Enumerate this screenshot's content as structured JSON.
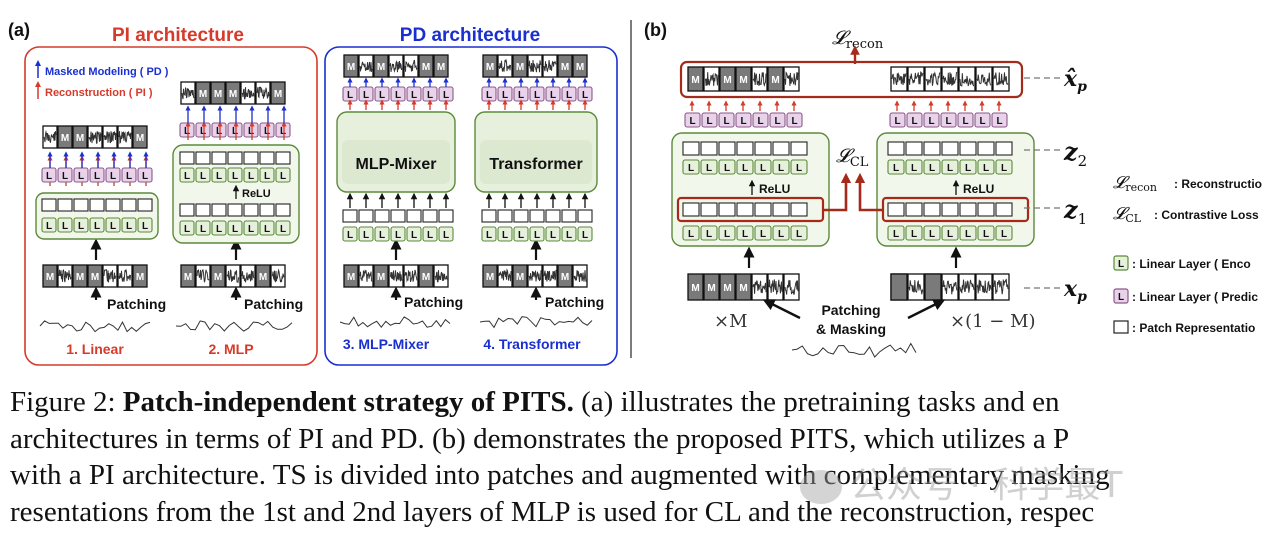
{
  "panel_a": {
    "tag": "(a)",
    "pi_title": "PI architecture",
    "pd_title": "PD architecture",
    "legend_masked": "Masked Modeling ( PD )",
    "legend_recon": "Reconstruction ( PI )",
    "relu": "ReLU",
    "patching": "Patching",
    "mlp_mixer": "MLP-Mixer",
    "transformer": "Transformer",
    "label_linear": "1. Linear",
    "label_mlp": "2. MLP",
    "label_mixer": "3. MLP-Mixer",
    "label_transformer": "4. Transformer",
    "token_m": "M",
    "token_l": "L"
  },
  "panel_b": {
    "tag": "(b)",
    "l_recon": "𝓛",
    "l_recon_sub": "recon",
    "l_cl": "𝓛",
    "l_cl_sub": "CL",
    "xhat": "x̂",
    "xhat_sub": "p",
    "z2": "z",
    "z2_sub": "2",
    "z1": "z",
    "z1_sub": "1",
    "xp": "x",
    "xp_sub": "p",
    "relu": "ReLU",
    "times_m": "×M",
    "times_1m": "×(1 − M)",
    "patching_line1": "Patching",
    "patching_line2": "& Masking",
    "legend_recon_text": ": Reconstructio",
    "legend_cl_text": ": Contrastive Loss",
    "legend_enc": ": Linear Layer ( Enco",
    "legend_pred": ": Linear Layer ( Predic",
    "legend_patch": ": Patch Representatio",
    "token_l": "L"
  },
  "caption": {
    "line1_pre": "Figure 2: ",
    "line1_bold": "Patch-independent strategy of PITS.",
    "line1_post": " (a) illustrates the pretraining tasks and en",
    "line2": "architectures in terms of PI and PD. (b) demonstrates the proposed PITS, which utilizes a P",
    "line3": "with a PI architecture. TS is divided into patches and augmented with complementary masking",
    "line4": "resentations from the 1st and 2nd layers of MLP is used for CL and the reconstruction, respec"
  },
  "watermark": "公众号 · 科学最T",
  "colors": {
    "pi_red": "#d63a2a",
    "pd_blue": "#1a2fd0",
    "dark_red": "#a52a1a",
    "green_fill": "#e6f0dc",
    "green_stroke": "#5b8a3a",
    "pink_fill": "#e9d3ea",
    "pink_stroke": "#8a5a8a",
    "masked_gray": "#7a7a7a"
  }
}
